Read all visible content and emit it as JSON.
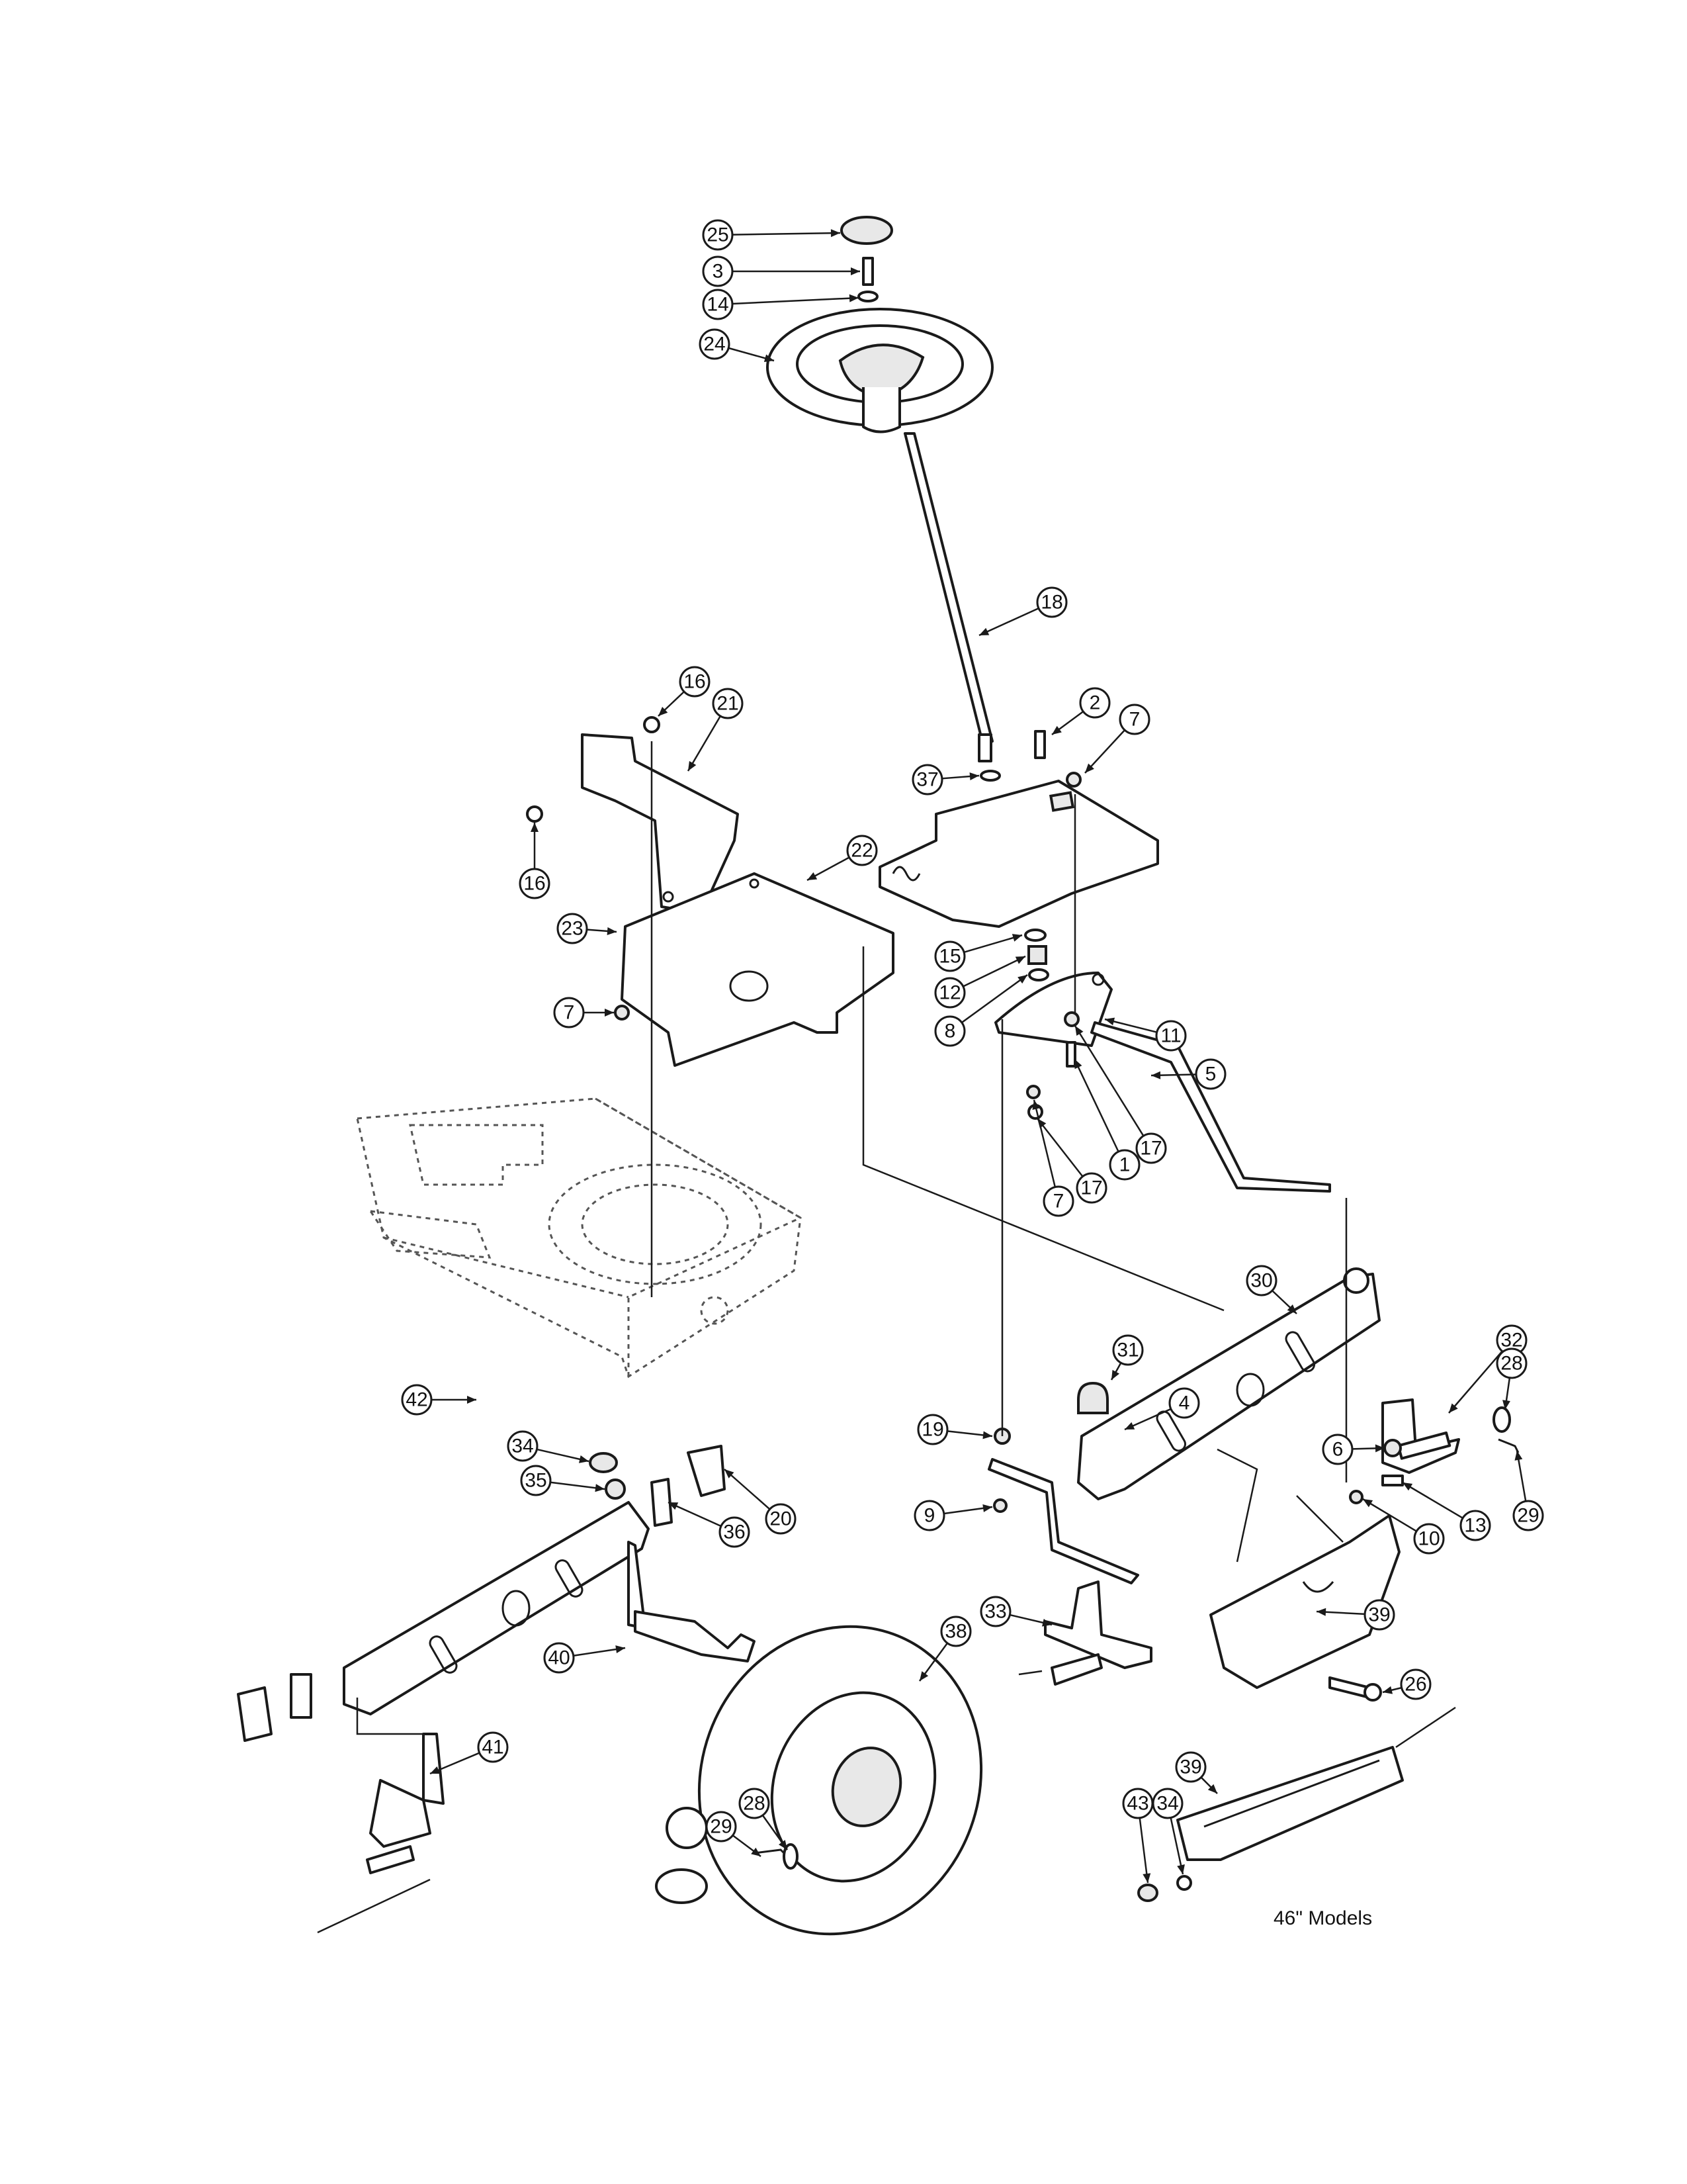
{
  "callouts": [
    {
      "label": "25",
      "to": "handwheel-cap"
    },
    {
      "label": "3",
      "to": "wheel-bolt"
    },
    {
      "label": "14",
      "to": "wheel-washer"
    },
    {
      "label": "24",
      "to": "steering-wheel"
    },
    {
      "label": "18",
      "to": "steering-shaft"
    },
    {
      "label": "16",
      "to": "bracket-screw-top"
    },
    {
      "label": "21",
      "to": "upper-bracket"
    },
    {
      "label": "16",
      "to": "bracket-screw-side"
    },
    {
      "label": "22",
      "to": "dash-bracket"
    },
    {
      "label": "23",
      "to": "dash-bracket"
    },
    {
      "label": "7",
      "to": "locknut-left"
    },
    {
      "label": "2",
      "to": "bolt-top"
    },
    {
      "label": "7",
      "to": "locknut-top"
    },
    {
      "label": "37",
      "to": "shaft-washer"
    },
    {
      "label": "15",
      "to": "washer-15"
    },
    {
      "label": "12",
      "to": "pinion-gear"
    },
    {
      "label": "8",
      "to": "gear-bushing"
    },
    {
      "label": "11",
      "to": "sector-gear"
    },
    {
      "label": "5",
      "to": "drag-link"
    },
    {
      "label": "1",
      "to": "shoulder-bolt"
    },
    {
      "label": "17",
      "to": "spacer-a"
    },
    {
      "label": "17",
      "to": "spacer-b"
    },
    {
      "label": "7",
      "to": "locknut-bottom"
    },
    {
      "label": "30",
      "to": "front-axle"
    },
    {
      "label": "31",
      "to": "axle-cap"
    },
    {
      "label": "32",
      "to": "spindle-right"
    },
    {
      "label": "28",
      "to": "washer-right"
    },
    {
      "label": "6",
      "to": "ball-joint"
    },
    {
      "label": "29",
      "to": "cotter-pin-right"
    },
    {
      "label": "13",
      "to": "tie-bolt"
    },
    {
      "label": "10",
      "to": "tie-nut"
    },
    {
      "label": "19",
      "to": "link-nut"
    },
    {
      "label": "9",
      "to": "link-locknut"
    },
    {
      "label": "4",
      "to": "tie-rod"
    },
    {
      "label": "33",
      "to": "spindle-left"
    },
    {
      "label": "39",
      "to": "axle-guard"
    },
    {
      "label": "26",
      "to": "guard-bolt"
    },
    {
      "label": "34",
      "to": "axle-cap-left"
    },
    {
      "label": "35",
      "to": "axle-bearing"
    },
    {
      "label": "20",
      "to": "bushing-split"
    },
    {
      "label": "36",
      "to": "bushing-half"
    },
    {
      "label": "42",
      "to": "alt-axle"
    },
    {
      "label": "40",
      "to": "alt-spindle"
    },
    {
      "label": "41",
      "to": "alt-spindle-left"
    },
    {
      "label": "38",
      "to": "front-tire"
    },
    {
      "label": "29",
      "to": "cotter-pin-left"
    },
    {
      "label": "28",
      "to": "washer-left"
    },
    {
      "label": "39",
      "to": "guard-46"
    },
    {
      "label": "34",
      "to": "guard-cap-46"
    },
    {
      "label": "43",
      "to": "guard-bolt-46"
    }
  ],
  "note": "46\" Models"
}
